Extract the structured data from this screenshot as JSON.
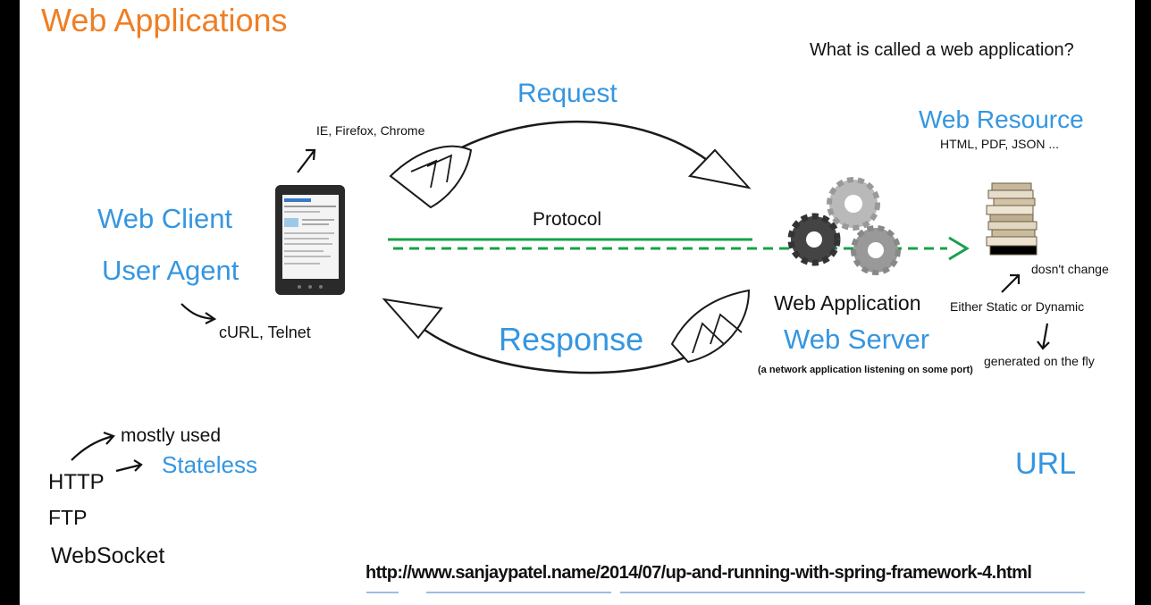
{
  "slide": {
    "title": "Web Applications",
    "question": "What is called a web application?",
    "colors": {
      "title": "#f07e23",
      "accent_blue": "#3596e0",
      "protocol_green": "#1aa04a"
    }
  },
  "client": {
    "label_1": "Web Client",
    "label_2": "User Agent",
    "browsers": "IE, Firefox, Chrome",
    "cli_tools": "cURL, Telnet"
  },
  "flow": {
    "request": "Request",
    "response": "Response",
    "protocol": "Protocol"
  },
  "server": {
    "app_label": "Web Application",
    "server_label": "Web Server",
    "server_note": "(a network application listening on some port)"
  },
  "resource": {
    "label": "Web Resource",
    "formats": "HTML, PDF, JSON ...",
    "static_or_dynamic": "Either Static or Dynamic",
    "static_note": "dosn't change",
    "dynamic_note": "generated on the fly"
  },
  "protocols": {
    "mostly_used": "mostly used",
    "stateless": "Stateless",
    "items": [
      "HTTP",
      "FTP",
      "WebSocket"
    ]
  },
  "url": {
    "label": "URL",
    "link": "http://www.sanjaypatel.name/2014/07/up-and-running-with-spring-framework-4.html"
  }
}
